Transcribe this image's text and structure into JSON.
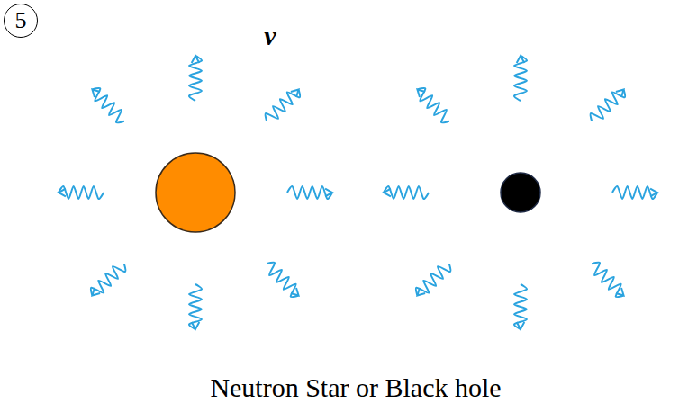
{
  "diagram": {
    "caption": "Neutron Star or Black hole",
    "nodes": [
      {
        "text": [
          "5"
        ]
      }
    ],
    "labels": [
      "ν"
    ]
  }
}
